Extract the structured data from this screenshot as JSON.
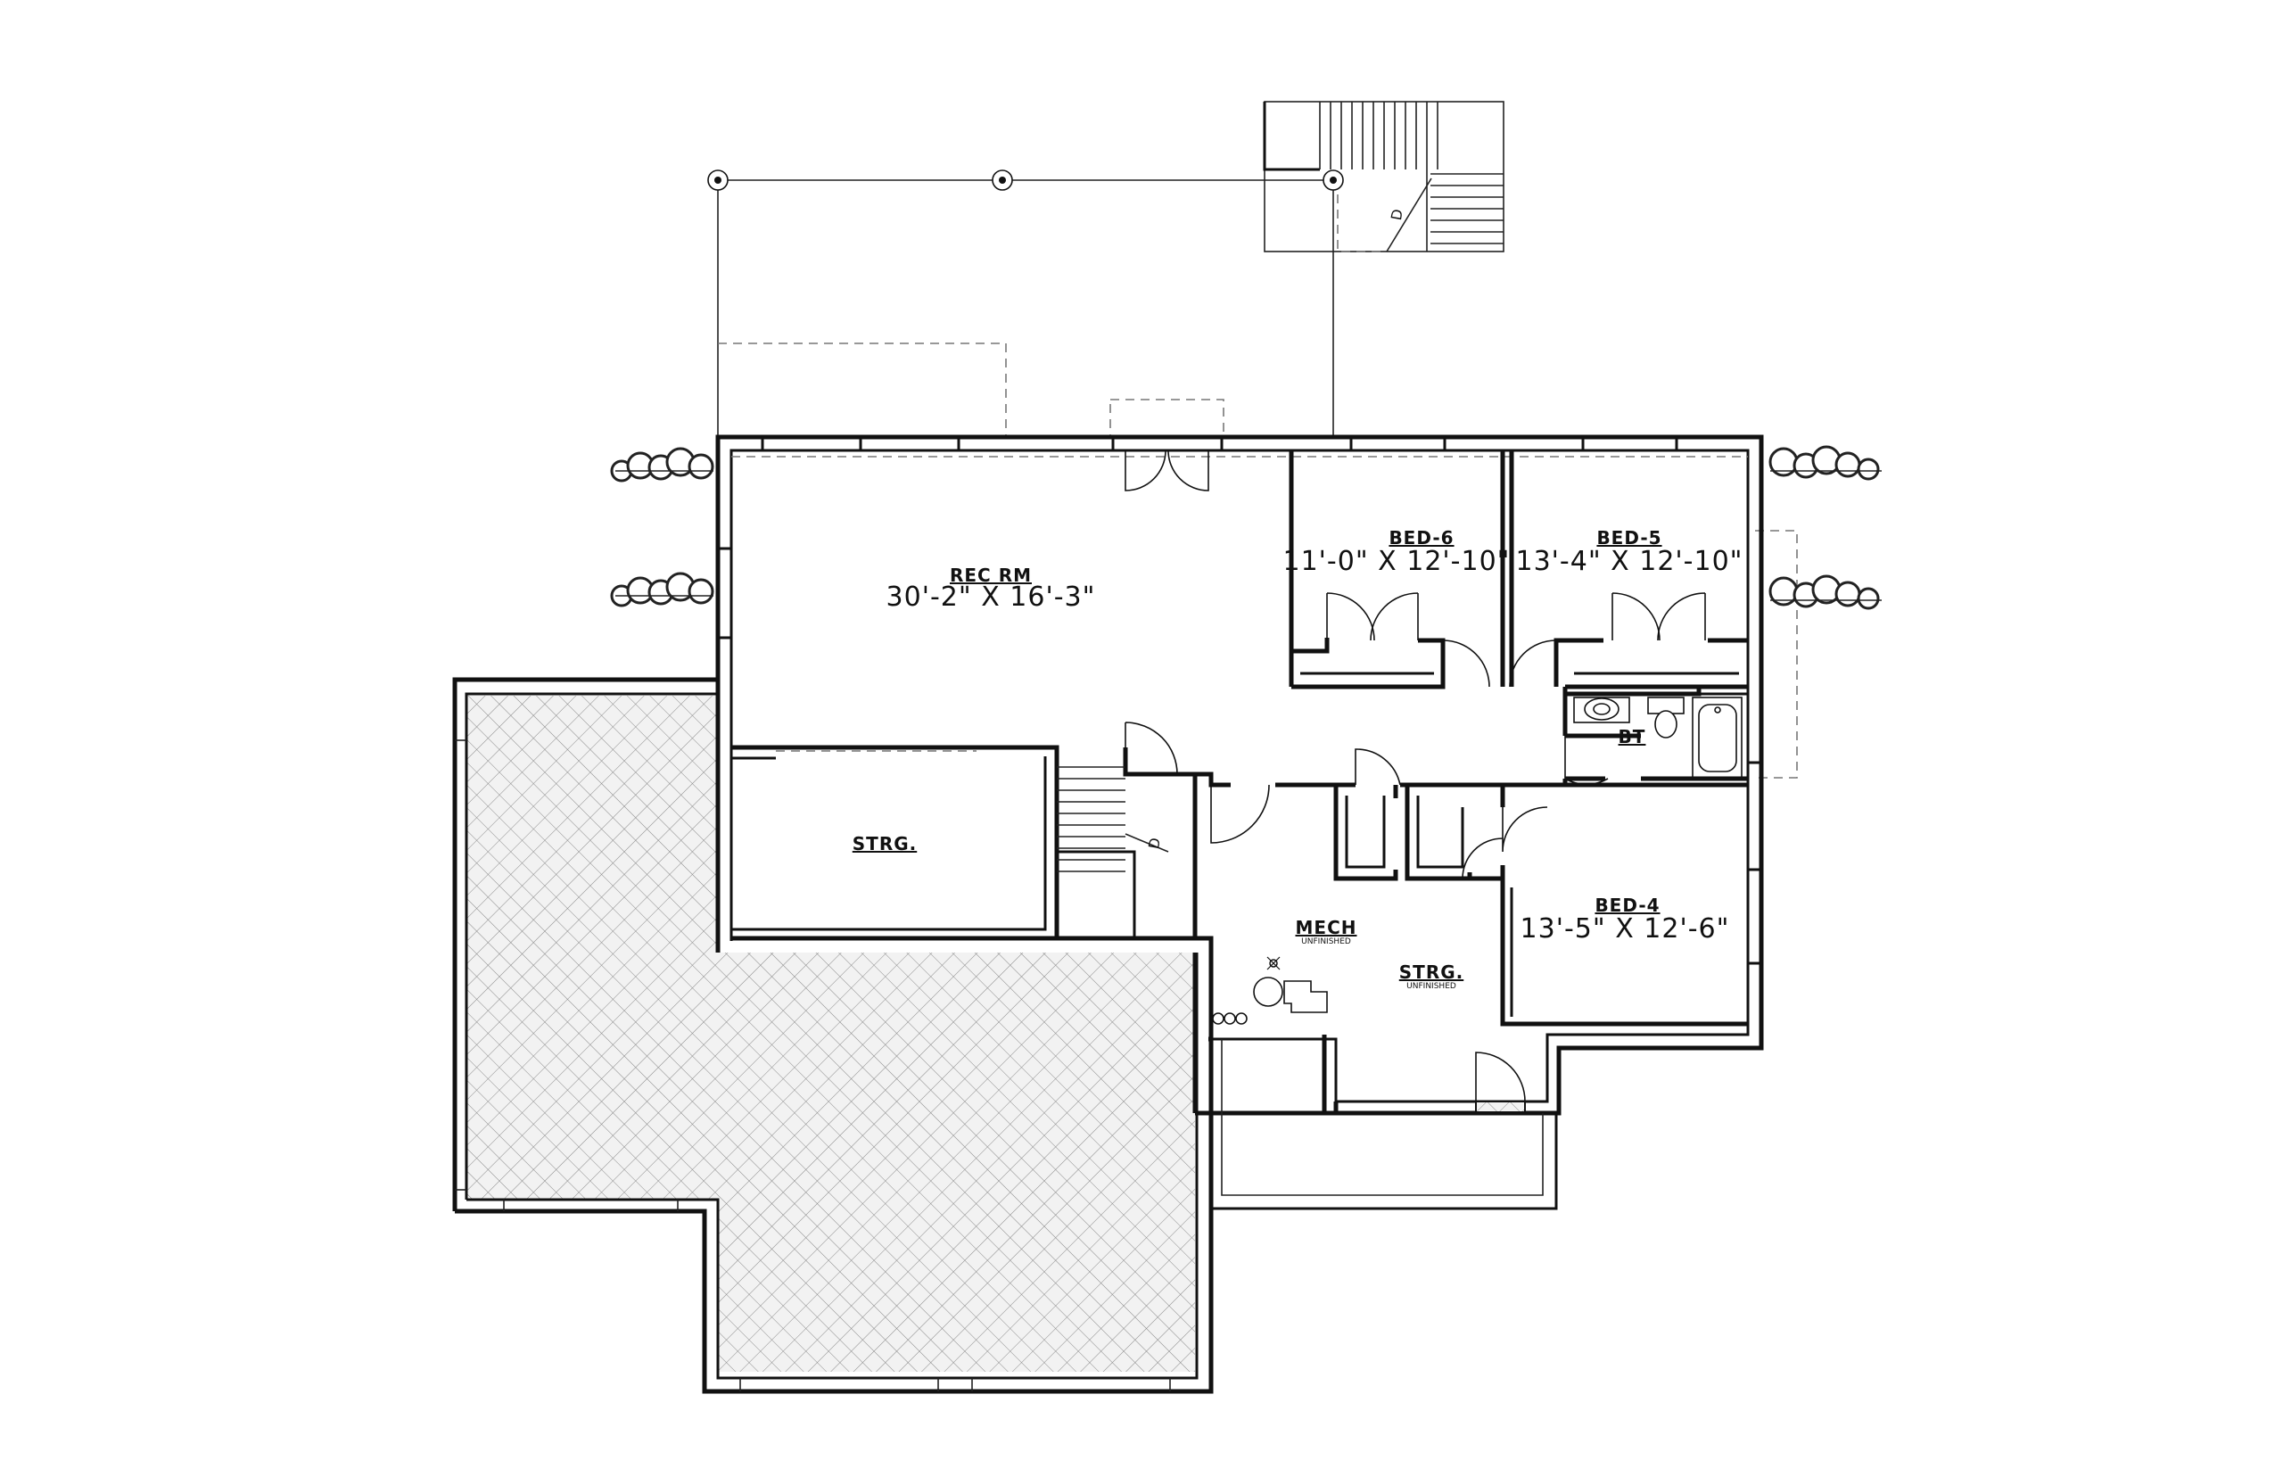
{
  "rooms": {
    "rec_rm": {
      "name": "REC RM",
      "dims": "30'-2\" X 16'-3\""
    },
    "bed_6": {
      "name": "BED-6",
      "dims": "11'-0\" X 12'-10\""
    },
    "bed_5": {
      "name": "BED-5",
      "dims": "13'-4\" X 12'-10\""
    },
    "bed_4": {
      "name": "BED-4",
      "dims": "13'-5\" X 12'-6\""
    },
    "bath": {
      "name": "BT"
    },
    "storage_west": {
      "name": "STRG."
    },
    "mech": {
      "name": "MECH",
      "note": "UNFINISHED"
    },
    "storage_unfinished": {
      "name": "STRG.",
      "note": "UNFINISHED"
    }
  },
  "stairs": {
    "interior_label": "D",
    "exterior_label": "D"
  },
  "colors": {
    "line": "#111111",
    "hatch": "#888888",
    "background": "#ffffff"
  }
}
